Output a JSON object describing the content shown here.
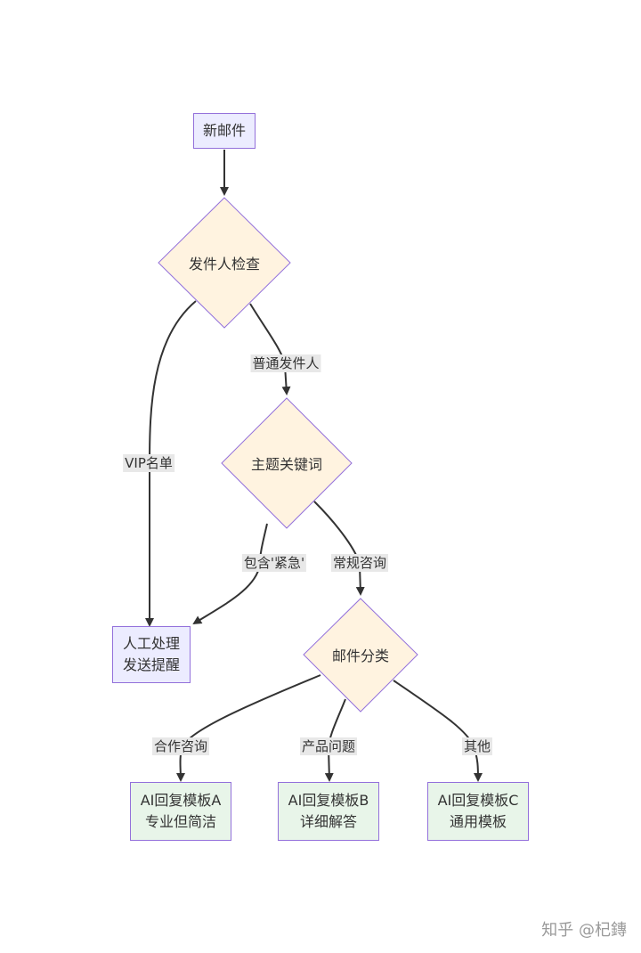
{
  "nodes": {
    "start": "新邮件",
    "sender_check": "发件人检查",
    "subject_keyword": "主题关键词",
    "manual": {
      "line1": "人工处理",
      "line2": "发送提醒"
    },
    "classify": "邮件分类",
    "template_a": {
      "line1": "AI回复模板A",
      "line2": "专业但简洁"
    },
    "template_b": {
      "line1": "AI回复模板B",
      "line2": "详细解答"
    },
    "template_c": {
      "line1": "AI回复模板C",
      "line2": "通用模板"
    }
  },
  "edges": {
    "vip": "VIP名单",
    "normal_sender": "普通发件人",
    "urgent": "包含'紧急'",
    "regular": "常规咨询",
    "cooperation": "合作咨询",
    "product": "产品问题",
    "other": "其他"
  },
  "watermark": "知乎 @杞鏄",
  "colors": {
    "node_fill": "#ececff",
    "decision_fill": "#fff3e0",
    "template_fill": "#e8f5e9",
    "node_border": "#9370db",
    "edge": "#333333",
    "edge_label_bg": "#e8e8e8"
  }
}
